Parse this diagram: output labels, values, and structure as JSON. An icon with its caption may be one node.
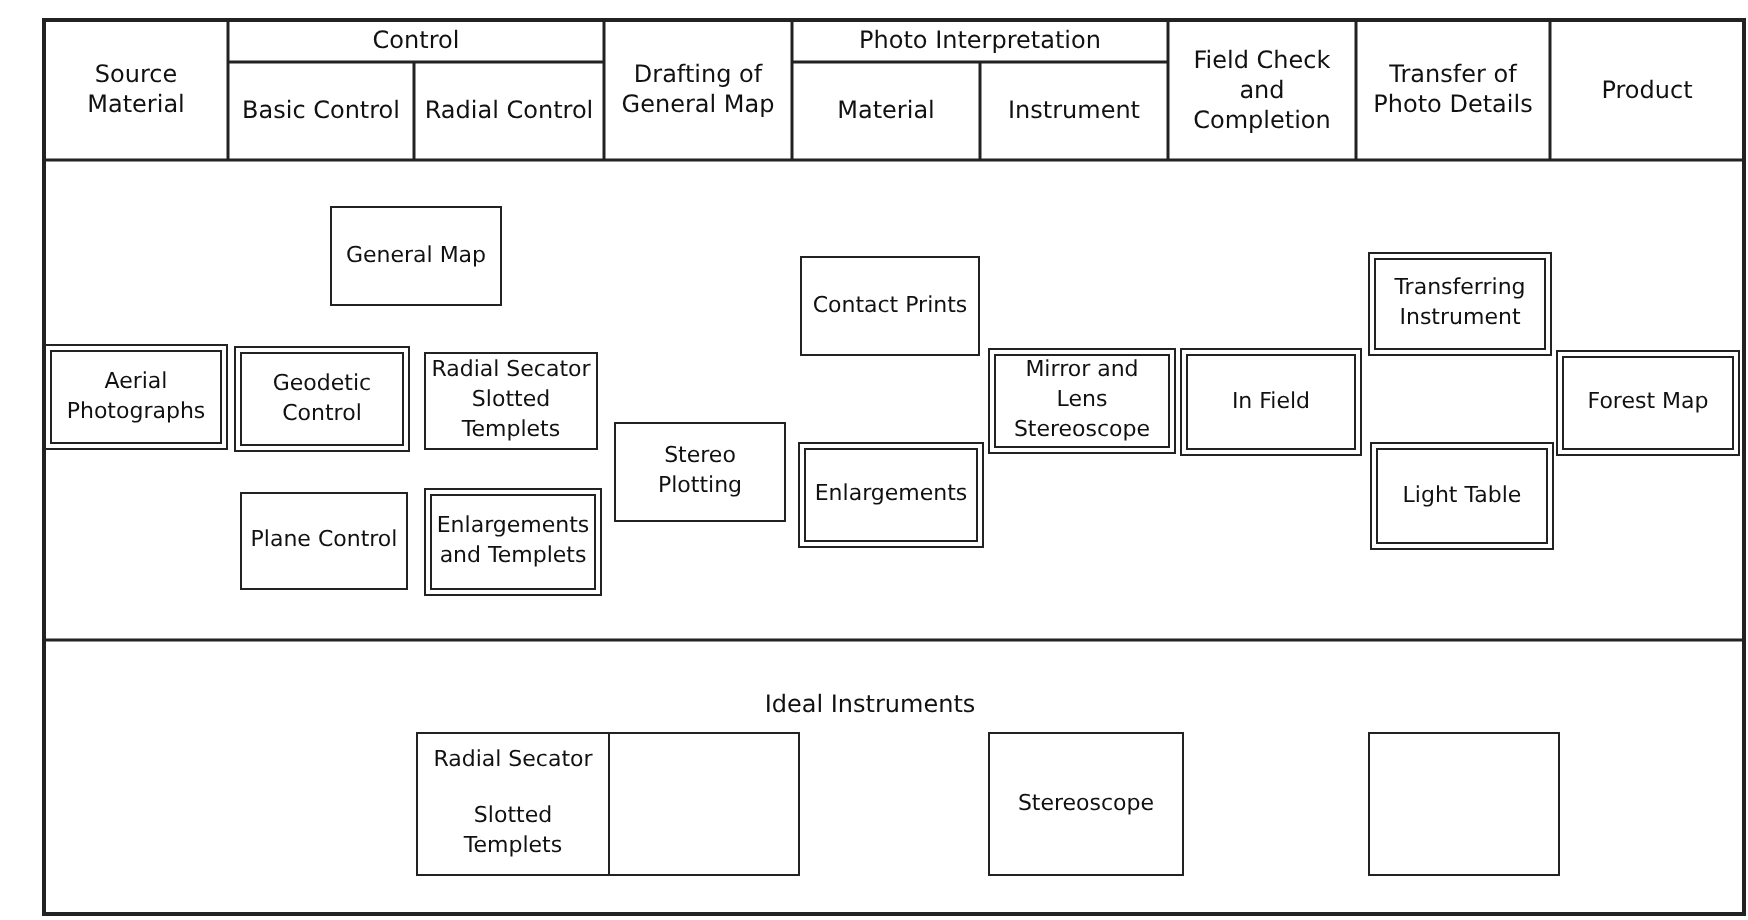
{
  "diagram": {
    "nodes": [
      {
        "text": [
          "General Map"
        ]
      },
      {
        "text": [
          "Contact Prints"
        ]
      },
      {
        "text": [
          "Transferring Instrument"
        ]
      },
      {
        "text": [
          "Aerial Photographs"
        ]
      },
      {
        "text": [
          "Geodetic Control"
        ]
      },
      {
        "text": [
          "Radial Secator Slotted Templets"
        ]
      },
      {
        "text": [
          "Mirror and Lens Stereoscope"
        ]
      },
      {
        "text": [
          "In Field"
        ]
      },
      {
        "text": [
          "Forest Map"
        ]
      },
      {
        "text": [
          "Stereo Plotting"
        ]
      },
      {
        "text": [
          "Enlargements"
        ]
      },
      {
        "text": [
          "Light Table"
        ]
      },
      {
        "text": [
          "Plane Control"
        ]
      },
      {
        "text": [
          "Enlargements and Templets"
        ]
      },
      {
        "text": [
          "Radial Secator",
          "Slotted Templets"
        ]
      },
      {
        "text": [],
        "shape": "box"
      },
      {
        "text": [
          "Stereoscope"
        ]
      },
      {
        "text": [],
        "shape": "box"
      }
    ],
    "edges": [],
    "labels": [
      "Source Material",
      "Control",
      "Drafting of General Map",
      "Photo Interpretation",
      "Field Check and Completion",
      "Transfer of Photo Details",
      "Product",
      "Basic Control",
      "Radial Control",
      "Material",
      "Instrument",
      "Ideal Instruments"
    ]
  }
}
